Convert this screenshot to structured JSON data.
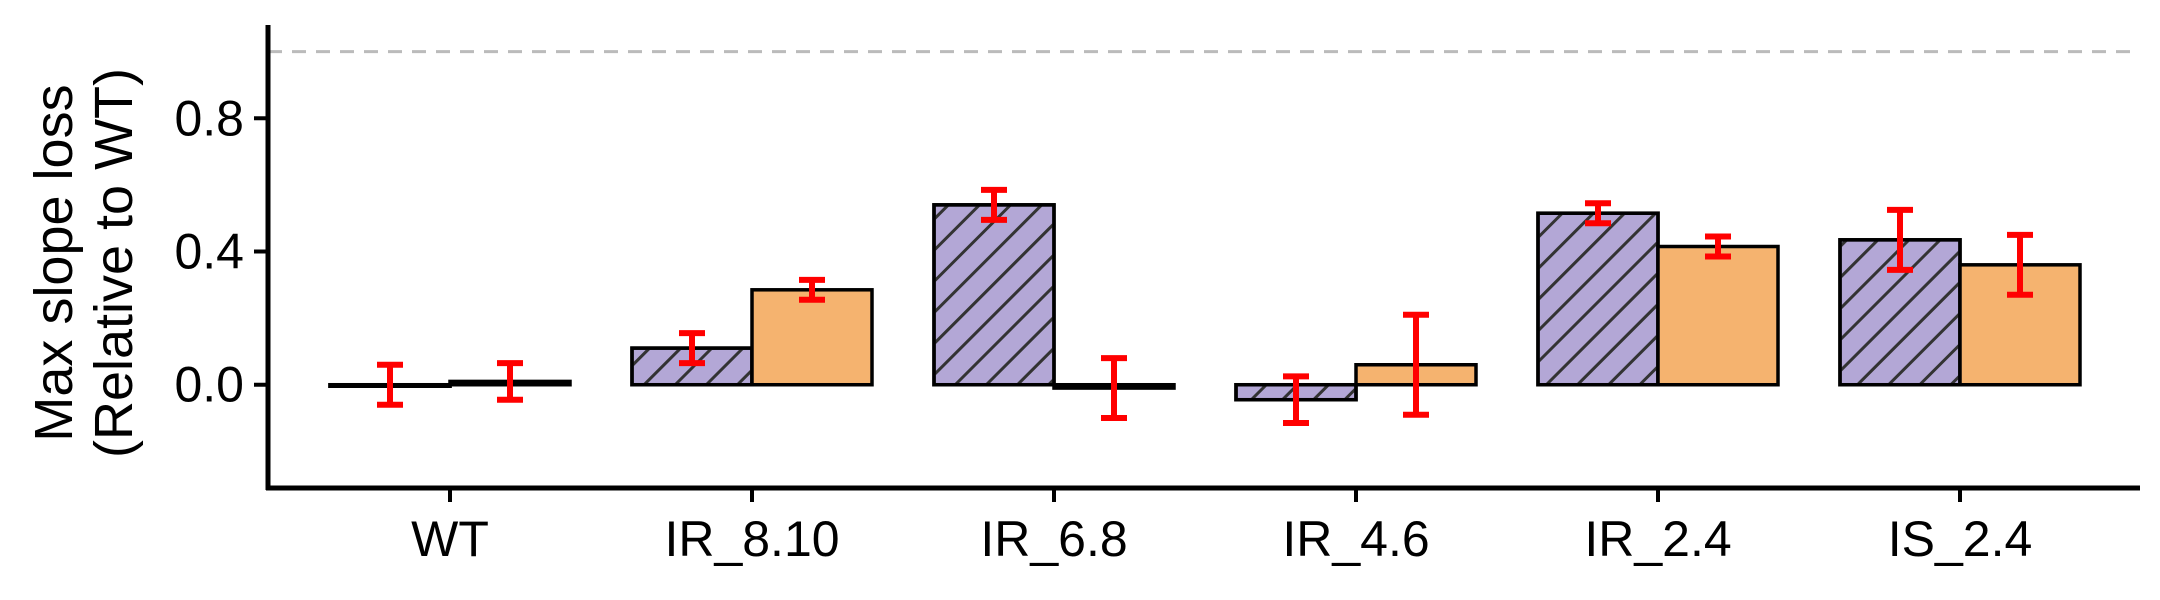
{
  "chart_data": {
    "type": "bar",
    "title": "",
    "xlabel": "",
    "ylabel_lines": [
      "Max slope loss",
      "(Relative to WT)"
    ],
    "categories": [
      "WT",
      "IR_8.10",
      "IR_6.8",
      "IR_4.6",
      "IR_2.4",
      "IS_2.4"
    ],
    "ylim": [
      -0.31,
      1.08
    ],
    "yticks": [
      0.0,
      0.4,
      0.8
    ],
    "ytick_labels": [
      "0.0",
      "0.4",
      "0.8"
    ],
    "reference_line": 1.0,
    "grid": false,
    "legend": "none",
    "series": [
      {
        "values": [
          0.0,
          0.11,
          0.54,
          -0.045,
          0.515,
          0.435
        ],
        "errors": [
          0.06,
          0.045,
          0.045,
          0.07,
          0.03,
          0.09
        ],
        "fill": "#B3A7D6",
        "hatch": true
      },
      {
        "values": [
          0.01,
          0.285,
          -0.01,
          0.06,
          0.415,
          0.36
        ],
        "errors": [
          0.055,
          0.03,
          0.09,
          0.15,
          0.03,
          0.09
        ],
        "fill": "#F5B36F",
        "hatch": false
      }
    ],
    "colors": {
      "error_bar": "#FF0000",
      "reference_line": "#BBBBBB",
      "axis": "#000000",
      "hatch_line": "#333333"
    }
  }
}
